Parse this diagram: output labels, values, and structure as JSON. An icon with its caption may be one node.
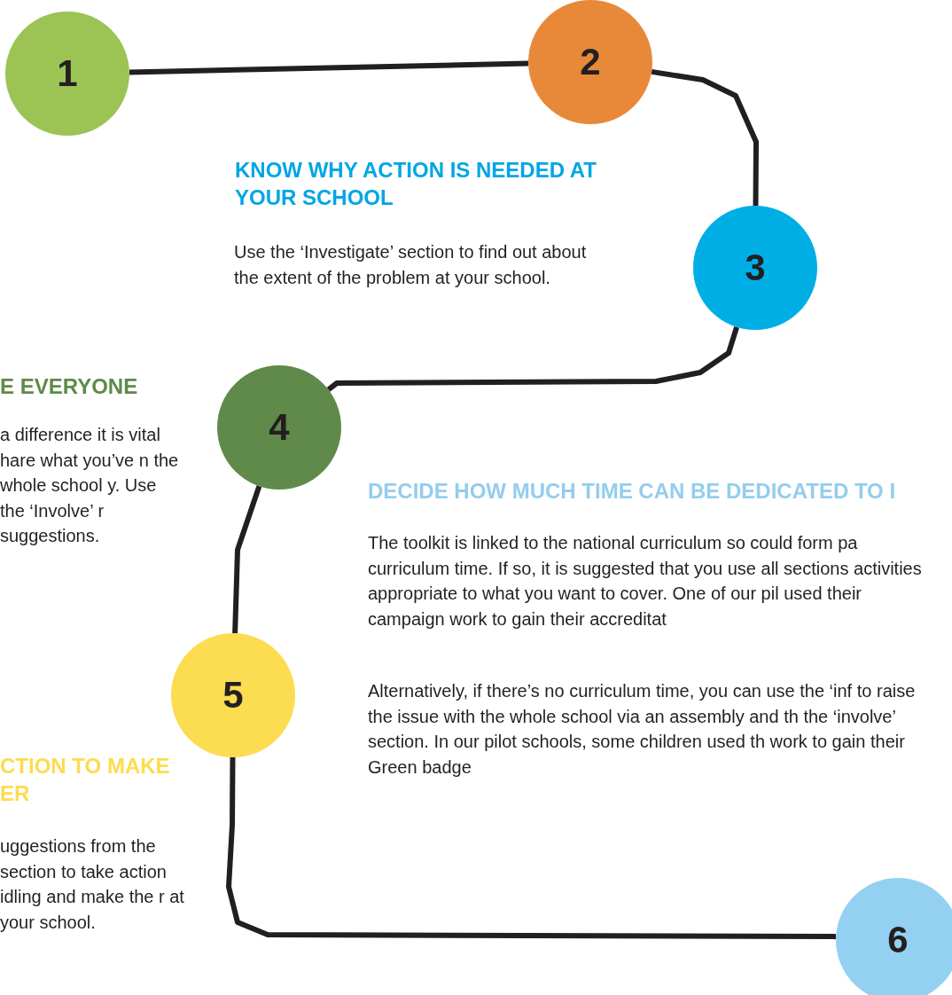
{
  "diagram": {
    "nodes": [
      {
        "text": [
          "1"
        ]
      },
      {
        "text": [
          "2"
        ]
      },
      {
        "text": [
          "3"
        ]
      },
      {
        "text": [
          "4"
        ]
      },
      {
        "text": [
          "5"
        ]
      },
      {
        "text": [
          "6"
        ]
      }
    ],
    "edges": [
      {
        "from": 0,
        "to": 1,
        "arrow": "none"
      },
      {
        "from": 1,
        "to": 2,
        "arrow": "none"
      },
      {
        "from": 2,
        "to": 3,
        "arrow": "none"
      },
      {
        "from": 3,
        "to": 4,
        "arrow": "none"
      },
      {
        "from": 4,
        "to": 5,
        "arrow": "none"
      }
    ],
    "labels": [
      "KNOW WHY ACTION IS NEEDED AT YOUR SCHOOL",
      "Use the ‘Investigate’ section to find out about the extent of the problem at your school.",
      "E EVERYONE",
      "a difference it is vital hare what you’ve n the whole school y. Use the ‘Involve’ r suggestions.",
      "DECIDE HOW MUCH TIME CAN BE DEDICATED TO I",
      "The toolkit is linked to the national curriculum so could form pa curriculum time. If so, it is suggested that you use all sections activities appropriate to what you want to cover. One of our pil used their campaign work to gain their accreditat",
      "Alternatively, if there’s no curriculum time, you can use the ‘inf to raise the issue with the whole school via an assembly and th the ‘involve’ section. In our pilot schools, some children used th work to gain their Green badge",
      "CTION TO MAKE ER",
      "uggestions from the section to take action idling and make the r at your school."
    ]
  }
}
